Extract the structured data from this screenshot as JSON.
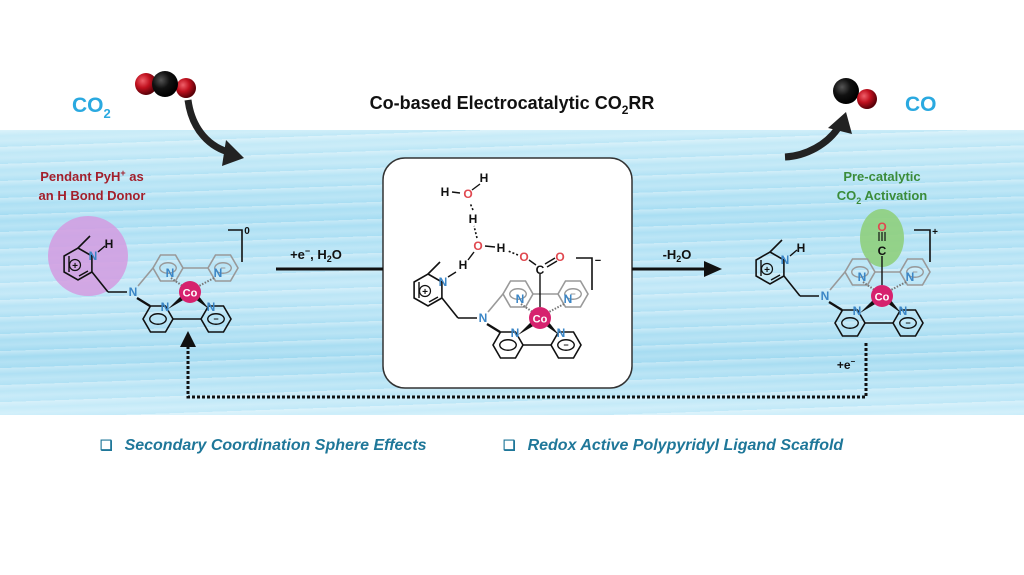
{
  "title": {
    "main": "Co-based Electrocatalytic CO",
    "sub": "2",
    "tail": "RR"
  },
  "reactant": {
    "label": "CO",
    "sub": "2"
  },
  "product": {
    "label": "CO"
  },
  "left_annotation": {
    "line1": "Pendant PyH",
    "sup": "+",
    "line1_tail": " as",
    "line2": "an H Bond Donor"
  },
  "right_annotation": {
    "line1": "Pre-catalytic",
    "line2a": "CO",
    "line2sub": "2",
    "line2b": " Activation"
  },
  "steps": {
    "step1": {
      "a": "+e",
      "sup": "−",
      "b": ", H",
      "sub": "2",
      "c": "O"
    },
    "step2": {
      "a": "-H",
      "sub": "2",
      "c": "O"
    },
    "step3": {
      "a": "+e",
      "sup": "−"
    }
  },
  "complexes": {
    "left": {
      "charge": "0"
    },
    "middle": {
      "charge": "−"
    },
    "right": {
      "charge": "+"
    }
  },
  "atoms": {
    "N": "N",
    "Co": "Co",
    "H": "H",
    "O": "O",
    "C": "C",
    "plus": "+",
    "minus": "−"
  },
  "bullets": [
    {
      "icon": "checkbox-icon",
      "glyph": "❑",
      "label": "Secondary Coordination Sphere Effects"
    },
    {
      "icon": "checkbox-icon",
      "glyph": "❑",
      "label": "Redox Active Polypyridyl Ligand Scaffold"
    }
  ],
  "colors": {
    "co_label": "#2aa9e0",
    "cobalt": "#d6226e",
    "nitrogen": "#3b86c6",
    "oxygen": "#e0484f",
    "donor_text": "#a31f2b",
    "activation_text": "#3a8c3a",
    "bullet_text": "#1f7799",
    "donor_highlight": "#d39be0",
    "activation_highlight": "#8fcf7d"
  }
}
